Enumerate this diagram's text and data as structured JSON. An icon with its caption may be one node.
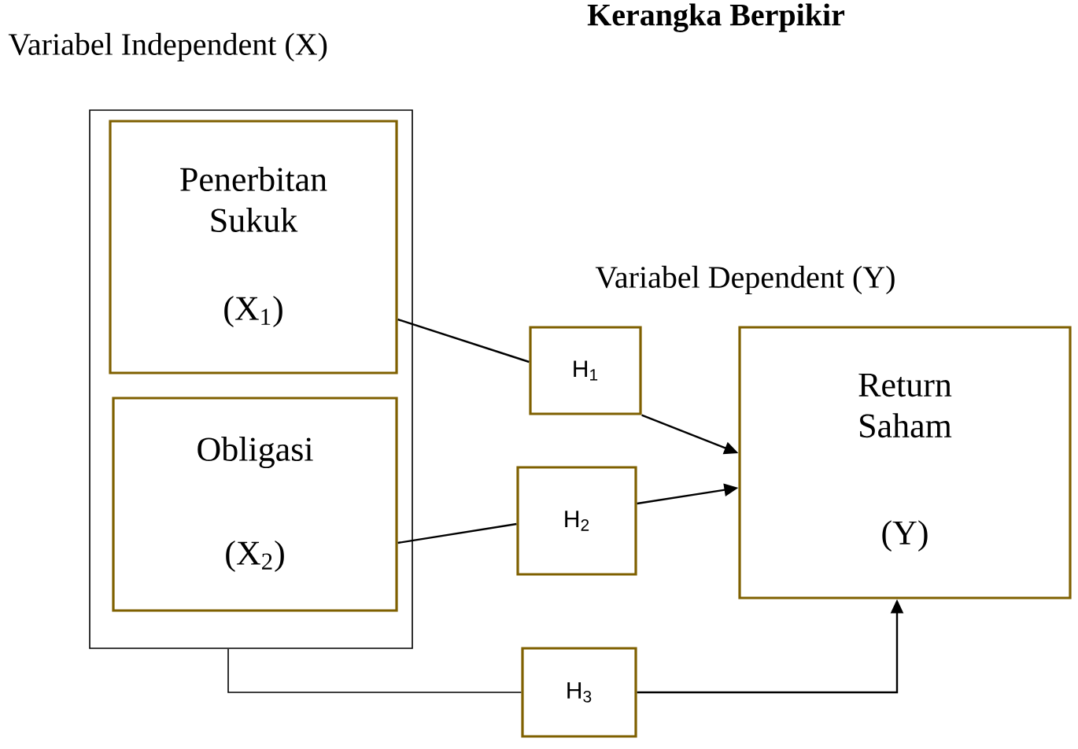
{
  "diagram": {
    "title": "Kerangka Berpikir",
    "nodes": [
      {
        "text": [],
        "shape": "box"
      },
      {
        "text": [
          "Penerbitan Sukuk",
          "(X$_{1}$)"
        ],
        "in": 0
      },
      {
        "text": [
          "Obligasi",
          "(X$_{2}$)"
        ],
        "in": 0
      },
      {
        "text": [
          "H$_{1}$"
        ]
      },
      {
        "text": [
          "H$_{2}$"
        ]
      },
      {
        "text": [
          "H$_{3}$"
        ]
      },
      {
        "text": [
          "Return Saham",
          "(Y)"
        ]
      }
    ],
    "edges": [
      {
        "from": 1,
        "to": 3,
        "arrow": "none"
      },
      {
        "from": 3,
        "to": 6,
        "arrow": "to"
      },
      {
        "from": 2,
        "to": 4,
        "arrow": "none"
      },
      {
        "from": 4,
        "to": 6,
        "arrow": "to"
      },
      {
        "from": 0,
        "to": 5,
        "arrow": "none"
      },
      {
        "from": 5,
        "to": 6,
        "arrow": "to"
      }
    ],
    "labels": [
      "Variabel Independent (X)",
      "Variabel Dependent (Y)"
    ]
  }
}
